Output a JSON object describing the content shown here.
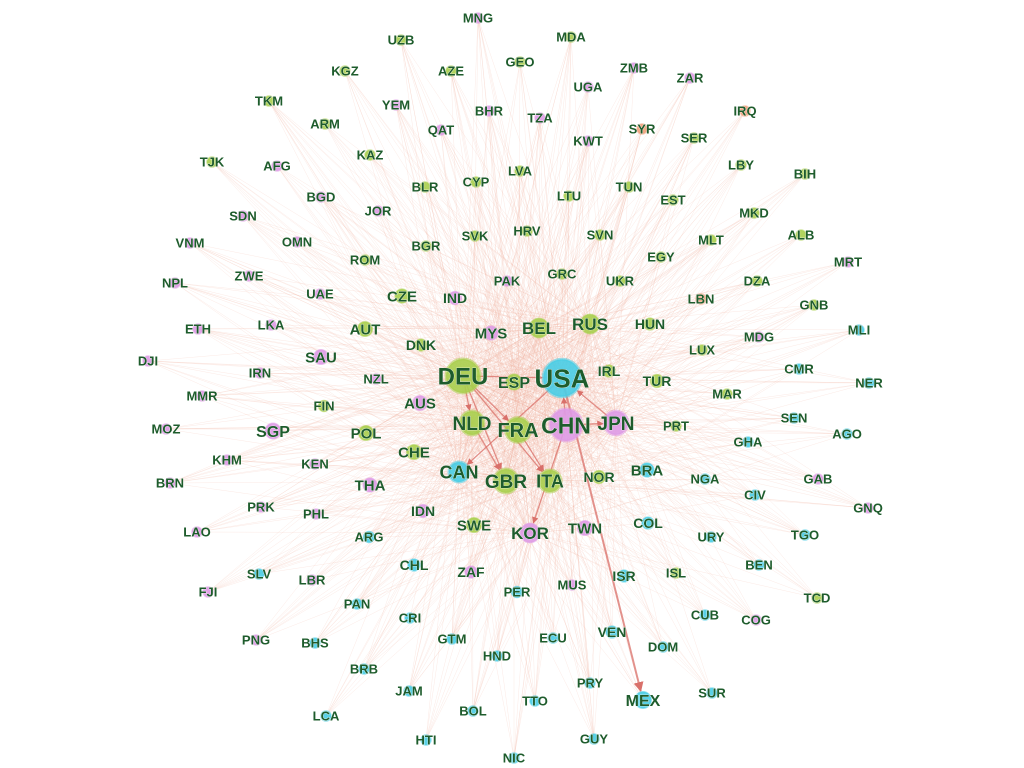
{
  "colors": {
    "background": "#ffffff",
    "label": "#1e5c2c",
    "edge_faint": "#f2b5a3",
    "edge_strong": "#d9706a",
    "group_green": "#a9cf4e",
    "group_pink": "#de9ae6",
    "group_cyan": "#48cde6",
    "group_orange": "#f0a07a"
  },
  "nodes": [
    {
      "id": "MNG",
      "group": "pink",
      "weight": 1
    },
    {
      "id": "UZB",
      "group": "green",
      "weight": 1
    },
    {
      "id": "MDA",
      "group": "green",
      "weight": 1
    },
    {
      "id": "KGZ",
      "group": "green",
      "weight": 1
    },
    {
      "id": "AZE",
      "group": "green",
      "weight": 1
    },
    {
      "id": "GEO",
      "group": "green",
      "weight": 1
    },
    {
      "id": "ZMB",
      "group": "pink",
      "weight": 1
    },
    {
      "id": "UGA",
      "group": "pink",
      "weight": 1
    },
    {
      "id": "ZAR",
      "group": "pink",
      "weight": 1
    },
    {
      "id": "TKM",
      "group": "green",
      "weight": 1
    },
    {
      "id": "YEM",
      "group": "pink",
      "weight": 1
    },
    {
      "id": "BHR",
      "group": "pink",
      "weight": 1
    },
    {
      "id": "IRQ",
      "group": "orange",
      "weight": 1
    },
    {
      "id": "ARM",
      "group": "green",
      "weight": 1
    },
    {
      "id": "QAT",
      "group": "pink",
      "weight": 1
    },
    {
      "id": "TZA",
      "group": "pink",
      "weight": 1
    },
    {
      "id": "SYR",
      "group": "orange",
      "weight": 1
    },
    {
      "id": "SER",
      "group": "green",
      "weight": 1
    },
    {
      "id": "KWT",
      "group": "pink",
      "weight": 1
    },
    {
      "id": "KAZ",
      "group": "green",
      "weight": 1
    },
    {
      "id": "TJK",
      "group": "green",
      "weight": 1
    },
    {
      "id": "AFG",
      "group": "pink",
      "weight": 1
    },
    {
      "id": "LVA",
      "group": "green",
      "weight": 1
    },
    {
      "id": "LBY",
      "group": "green",
      "weight": 1
    },
    {
      "id": "CYP",
      "group": "green",
      "weight": 1
    },
    {
      "id": "BIH",
      "group": "green",
      "weight": 1
    },
    {
      "id": "BLR",
      "group": "green",
      "weight": 1
    },
    {
      "id": "TUN",
      "group": "green",
      "weight": 1
    },
    {
      "id": "BGD",
      "group": "pink",
      "weight": 1
    },
    {
      "id": "LTU",
      "group": "green",
      "weight": 1
    },
    {
      "id": "EST",
      "group": "green",
      "weight": 1
    },
    {
      "id": "SDN",
      "group": "pink",
      "weight": 1
    },
    {
      "id": "JOR",
      "group": "pink",
      "weight": 1
    },
    {
      "id": "MKD",
      "group": "green",
      "weight": 1
    },
    {
      "id": "HRV",
      "group": "green",
      "weight": 1
    },
    {
      "id": "SVK",
      "group": "green",
      "weight": 1
    },
    {
      "id": "SVN",
      "group": "green",
      "weight": 1
    },
    {
      "id": "ALB",
      "group": "green",
      "weight": 1
    },
    {
      "id": "VNM",
      "group": "pink",
      "weight": 1
    },
    {
      "id": "OMN",
      "group": "pink",
      "weight": 1
    },
    {
      "id": "BGR",
      "group": "green",
      "weight": 1
    },
    {
      "id": "MLT",
      "group": "green",
      "weight": 1
    },
    {
      "id": "EGY",
      "group": "green",
      "weight": 1
    },
    {
      "id": "ROM",
      "group": "green",
      "weight": 1
    },
    {
      "id": "GRC",
      "group": "green",
      "weight": 1
    },
    {
      "id": "MRT",
      "group": "pink",
      "weight": 1
    },
    {
      "id": "ZWE",
      "group": "pink",
      "weight": 1
    },
    {
      "id": "NPL",
      "group": "pink",
      "weight": 1
    },
    {
      "id": "PAK",
      "group": "pink",
      "weight": 1
    },
    {
      "id": "DZA",
      "group": "green",
      "weight": 1
    },
    {
      "id": "UKR",
      "group": "green",
      "weight": 1
    },
    {
      "id": "UAE",
      "group": "pink",
      "weight": 1
    },
    {
      "id": "CZE",
      "group": "green",
      "weight": 1.4
    },
    {
      "id": "IND",
      "group": "pink",
      "weight": 1.3
    },
    {
      "id": "LBN",
      "group": "orange",
      "weight": 1
    },
    {
      "id": "GNB",
      "group": "green",
      "weight": 1
    },
    {
      "id": "ETH",
      "group": "pink",
      "weight": 1
    },
    {
      "id": "LKA",
      "group": "pink",
      "weight": 1
    },
    {
      "id": "AUT",
      "group": "green",
      "weight": 1.5
    },
    {
      "id": "BEL",
      "group": "green",
      "weight": 2
    },
    {
      "id": "RUS",
      "group": "green",
      "weight": 2
    },
    {
      "id": "HUN",
      "group": "green",
      "weight": 1.2
    },
    {
      "id": "MLI",
      "group": "cyan",
      "weight": 1
    },
    {
      "id": "MYS",
      "group": "pink",
      "weight": 1.4
    },
    {
      "id": "MDG",
      "group": "pink",
      "weight": 1
    },
    {
      "id": "DNK",
      "group": "green",
      "weight": 1.2
    },
    {
      "id": "LUX",
      "group": "green",
      "weight": 1
    },
    {
      "id": "SAU",
      "group": "pink",
      "weight": 1.5
    },
    {
      "id": "DJI",
      "group": "pink",
      "weight": 1
    },
    {
      "id": "DEU",
      "group": "green",
      "weight": 3.6
    },
    {
      "id": "USA",
      "group": "cyan",
      "weight": 4
    },
    {
      "id": "IRL",
      "group": "green",
      "weight": 1.2
    },
    {
      "id": "CMR",
      "group": "cyan",
      "weight": 1
    },
    {
      "id": "IRN",
      "group": "pink",
      "weight": 1
    },
    {
      "id": "NZL",
      "group": "pink",
      "weight": 1
    },
    {
      "id": "ESP",
      "group": "green",
      "weight": 1.6
    },
    {
      "id": "TUR",
      "group": "green",
      "weight": 1.3
    },
    {
      "id": "NER",
      "group": "cyan",
      "weight": 1
    },
    {
      "id": "MMR",
      "group": "pink",
      "weight": 1
    },
    {
      "id": "AUS",
      "group": "pink",
      "weight": 1.5
    },
    {
      "id": "MAR",
      "group": "green",
      "weight": 1
    },
    {
      "id": "FIN",
      "group": "green",
      "weight": 1.1
    },
    {
      "id": "MOZ",
      "group": "pink",
      "weight": 1
    },
    {
      "id": "SGP",
      "group": "pink",
      "weight": 1.6
    },
    {
      "id": "POL",
      "group": "green",
      "weight": 1.5
    },
    {
      "id": "NLD",
      "group": "green",
      "weight": 2.5
    },
    {
      "id": "FRA",
      "group": "green",
      "weight": 2.6
    },
    {
      "id": "CHN",
      "group": "pink",
      "weight": 3.4
    },
    {
      "id": "JPN",
      "group": "pink",
      "weight": 2.5
    },
    {
      "id": "PRT",
      "group": "green",
      "weight": 1
    },
    {
      "id": "SEN",
      "group": "cyan",
      "weight": 1
    },
    {
      "id": "AGO",
      "group": "cyan",
      "weight": 1
    },
    {
      "id": "KHM",
      "group": "pink",
      "weight": 1
    },
    {
      "id": "KEN",
      "group": "pink",
      "weight": 1
    },
    {
      "id": "CHE",
      "group": "green",
      "weight": 1.5
    },
    {
      "id": "GHA",
      "group": "cyan",
      "weight": 1
    },
    {
      "id": "CAN",
      "group": "cyan",
      "weight": 2.1
    },
    {
      "id": "BRN",
      "group": "pink",
      "weight": 1
    },
    {
      "id": "THA",
      "group": "pink",
      "weight": 1.4
    },
    {
      "id": "GBR",
      "group": "green",
      "weight": 2.5
    },
    {
      "id": "ITA",
      "group": "green",
      "weight": 2.3
    },
    {
      "id": "NOR",
      "group": "green",
      "weight": 1.3
    },
    {
      "id": "BRA",
      "group": "cyan",
      "weight": 1.4
    },
    {
      "id": "NGA",
      "group": "cyan",
      "weight": 1
    },
    {
      "id": "GAB",
      "group": "pink",
      "weight": 1
    },
    {
      "id": "PRK",
      "group": "pink",
      "weight": 1
    },
    {
      "id": "PHL",
      "group": "pink",
      "weight": 1
    },
    {
      "id": "IDN",
      "group": "pink",
      "weight": 1.3
    },
    {
      "id": "CIV",
      "group": "cyan",
      "weight": 1
    },
    {
      "id": "SWE",
      "group": "green",
      "weight": 1.5
    },
    {
      "id": "KOR",
      "group": "pink",
      "weight": 2
    },
    {
      "id": "TWN",
      "group": "pink",
      "weight": 1.5
    },
    {
      "id": "COL",
      "group": "cyan",
      "weight": 1.2
    },
    {
      "id": "GNQ",
      "group": "pink",
      "weight": 1
    },
    {
      "id": "LAO",
      "group": "pink",
      "weight": 1
    },
    {
      "id": "ARG",
      "group": "cyan",
      "weight": 1.1
    },
    {
      "id": "TGO",
      "group": "cyan",
      "weight": 1
    },
    {
      "id": "URY",
      "group": "cyan",
      "weight": 1
    },
    {
      "id": "CHL",
      "group": "cyan",
      "weight": 1.2
    },
    {
      "id": "ZAF",
      "group": "pink",
      "weight": 1.2
    },
    {
      "id": "ISL",
      "group": "green",
      "weight": 1
    },
    {
      "id": "BEN",
      "group": "cyan",
      "weight": 1
    },
    {
      "id": "SLV",
      "group": "cyan",
      "weight": 1
    },
    {
      "id": "LBR",
      "group": "pink",
      "weight": 1
    },
    {
      "id": "ISR",
      "group": "cyan",
      "weight": 1.2
    },
    {
      "id": "MUS",
      "group": "pink",
      "weight": 1
    },
    {
      "id": "PER",
      "group": "cyan",
      "weight": 1.1
    },
    {
      "id": "FJI",
      "group": "pink",
      "weight": 1
    },
    {
      "id": "TCD",
      "group": "green",
      "weight": 1
    },
    {
      "id": "PAN",
      "group": "cyan",
      "weight": 1
    },
    {
      "id": "CUB",
      "group": "cyan",
      "weight": 1
    },
    {
      "id": "CRI",
      "group": "cyan",
      "weight": 1
    },
    {
      "id": "COG",
      "group": "pink",
      "weight": 1
    },
    {
      "id": "VEN",
      "group": "cyan",
      "weight": 1.2
    },
    {
      "id": "PNG",
      "group": "pink",
      "weight": 1
    },
    {
      "id": "GTM",
      "group": "cyan",
      "weight": 1
    },
    {
      "id": "ECU",
      "group": "cyan",
      "weight": 1
    },
    {
      "id": "BHS",
      "group": "cyan",
      "weight": 1
    },
    {
      "id": "DOM",
      "group": "cyan",
      "weight": 1
    },
    {
      "id": "HND",
      "group": "cyan",
      "weight": 1
    },
    {
      "id": "BRB",
      "group": "cyan",
      "weight": 1
    },
    {
      "id": "PRY",
      "group": "cyan",
      "weight": 1
    },
    {
      "id": "JAM",
      "group": "cyan",
      "weight": 1
    },
    {
      "id": "SUR",
      "group": "cyan",
      "weight": 1
    },
    {
      "id": "MEX",
      "group": "cyan",
      "weight": 1.7
    },
    {
      "id": "TTO",
      "group": "cyan",
      "weight": 1
    },
    {
      "id": "LCA",
      "group": "cyan",
      "weight": 1
    },
    {
      "id": "BOL",
      "group": "cyan",
      "weight": 1
    },
    {
      "id": "HTI",
      "group": "cyan",
      "weight": 1
    },
    {
      "id": "GUY",
      "group": "cyan",
      "weight": 1
    },
    {
      "id": "NIC",
      "group": "cyan",
      "weight": 1
    }
  ],
  "hubs": [
    "USA",
    "CHN",
    "DEU",
    "JPN",
    "FRA",
    "GBR",
    "NLD",
    "ITA",
    "CAN",
    "KOR",
    "BEL",
    "RUS",
    "ESP"
  ],
  "strong_edges": [
    {
      "source": "USA",
      "target": "MEX"
    },
    {
      "source": "CHN",
      "target": "USA"
    },
    {
      "source": "DEU",
      "target": "USA"
    },
    {
      "source": "DEU",
      "target": "FRA"
    },
    {
      "source": "DEU",
      "target": "NLD"
    },
    {
      "source": "DEU",
      "target": "GBR"
    },
    {
      "source": "DEU",
      "target": "ITA"
    },
    {
      "source": "USA",
      "target": "CAN"
    },
    {
      "source": "CHN",
      "target": "JPN"
    },
    {
      "source": "CHN",
      "target": "KOR"
    },
    {
      "source": "NLD",
      "target": "GBR"
    },
    {
      "source": "FRA",
      "target": "ITA"
    },
    {
      "source": "JPN",
      "target": "USA"
    }
  ]
}
